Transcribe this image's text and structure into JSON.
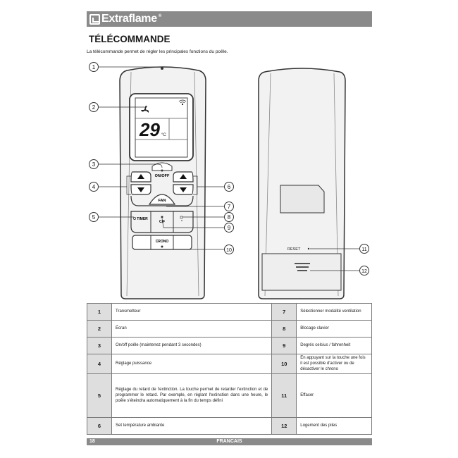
{
  "brand": {
    "name": "Extraflame",
    "registered": "®"
  },
  "page_title": "TÉLÉCOMMANDE",
  "intro": "La télécommande permet de régler les principales fonctions du poêle.",
  "remote_front": {
    "temperature": "29",
    "unit": "°C",
    "buttons": {
      "on_off": "ON/OFF",
      "fan": "FAN",
      "timer": "TIMER",
      "c_f": "C/F",
      "chrono": "CRONO"
    }
  },
  "remote_back": {
    "reset": "RESET"
  },
  "callouts": [
    "1",
    "2",
    "3",
    "4",
    "5",
    "6",
    "7",
    "8",
    "9",
    "10",
    "11",
    "12"
  ],
  "legend": {
    "rows": [
      {
        "left_num": "1",
        "left_text": "Transmetteur",
        "right_num": "7",
        "right_text": "Sélectionner modalité ventilation"
      },
      {
        "left_num": "2",
        "left_text": "Écran",
        "right_num": "8",
        "right_text": "Blocage clavier"
      },
      {
        "left_num": "3",
        "left_text": "On/off poêle (maintenez pendant 3 secondes)",
        "right_num": "9",
        "right_text": "Degrés celsius / fahrenheit"
      },
      {
        "left_num": "4",
        "left_text": "Réglage puissance",
        "right_num": "10",
        "right_text": "En appuyant sur la touche une fois il est possible d'activer ou de désactiver le chrono"
      },
      {
        "left_num": "5",
        "left_text": "Réglage du retard de l'extinction. La touche permet de retarder l'extinction et de programmer le retard. Par exemple, en réglant l'extinction dans une heure, le poêle s'éteindra automatiquement à la fin du temps défini",
        "right_num": "11",
        "right_text": "Effacer"
      },
      {
        "left_num": "6",
        "left_text": "Set température ambiante",
        "right_num": "12",
        "right_text": "Logement des piles"
      }
    ]
  },
  "footer": {
    "page": "18",
    "language": "FRANCAIS"
  }
}
